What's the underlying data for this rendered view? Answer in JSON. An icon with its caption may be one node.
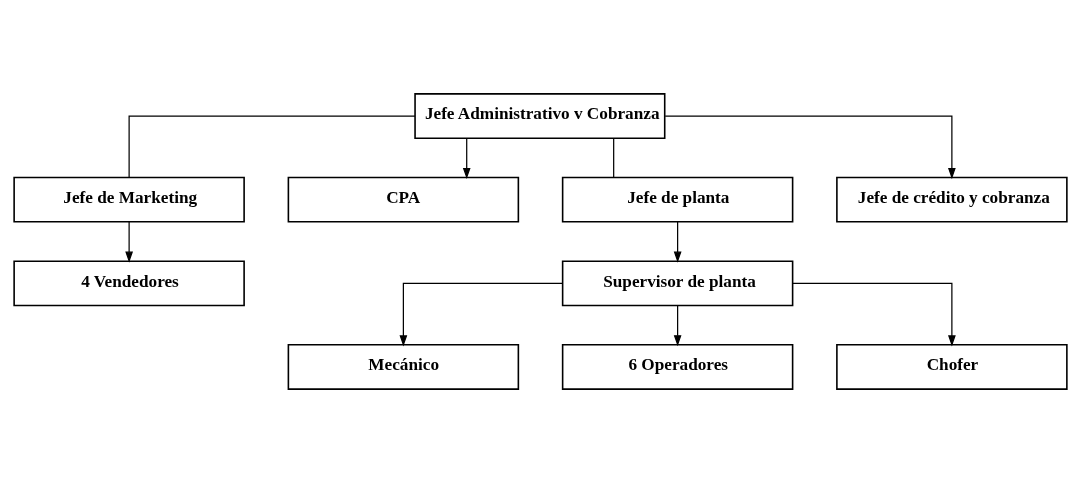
{
  "diagram": {
    "nodes": [
      {
        "text": [
          "Jefe Administrativo v Cobranza"
        ]
      },
      {
        "text": [
          "Jefe de Marketing"
        ]
      },
      {
        "text": [
          "CPA"
        ]
      },
      {
        "text": [
          "Jefe de planta"
        ]
      },
      {
        "text": [
          "4 Vendedores"
        ]
      },
      {
        "text": [
          "Jefe de crédito y cobranza"
        ]
      },
      {
        "text": [
          "Supervisor de planta"
        ]
      },
      {
        "text": [
          "Mecánico"
        ]
      },
      {
        "text": [
          "6 Operadores"
        ]
      },
      {
        "text": [
          "Chofer"
        ]
      }
    ],
    "edges": [
      {
        "from": 0,
        "to": 1,
        "arrow": "none"
      },
      {
        "from": 0,
        "to": 2,
        "arrow": "to"
      },
      {
        "from": 0,
        "to": 5,
        "arrow": "to"
      },
      {
        "from": 0,
        "to": 3,
        "arrow": "none"
      },
      {
        "from": 1,
        "to": 4,
        "arrow": "to"
      },
      {
        "from": 3,
        "to": 6,
        "arrow": "to"
      },
      {
        "from": 6,
        "to": 7,
        "arrow": "to"
      },
      {
        "from": 6,
        "to": 8,
        "arrow": "to"
      },
      {
        "from": 6,
        "to": 9,
        "arrow": "to"
      }
    ]
  }
}
